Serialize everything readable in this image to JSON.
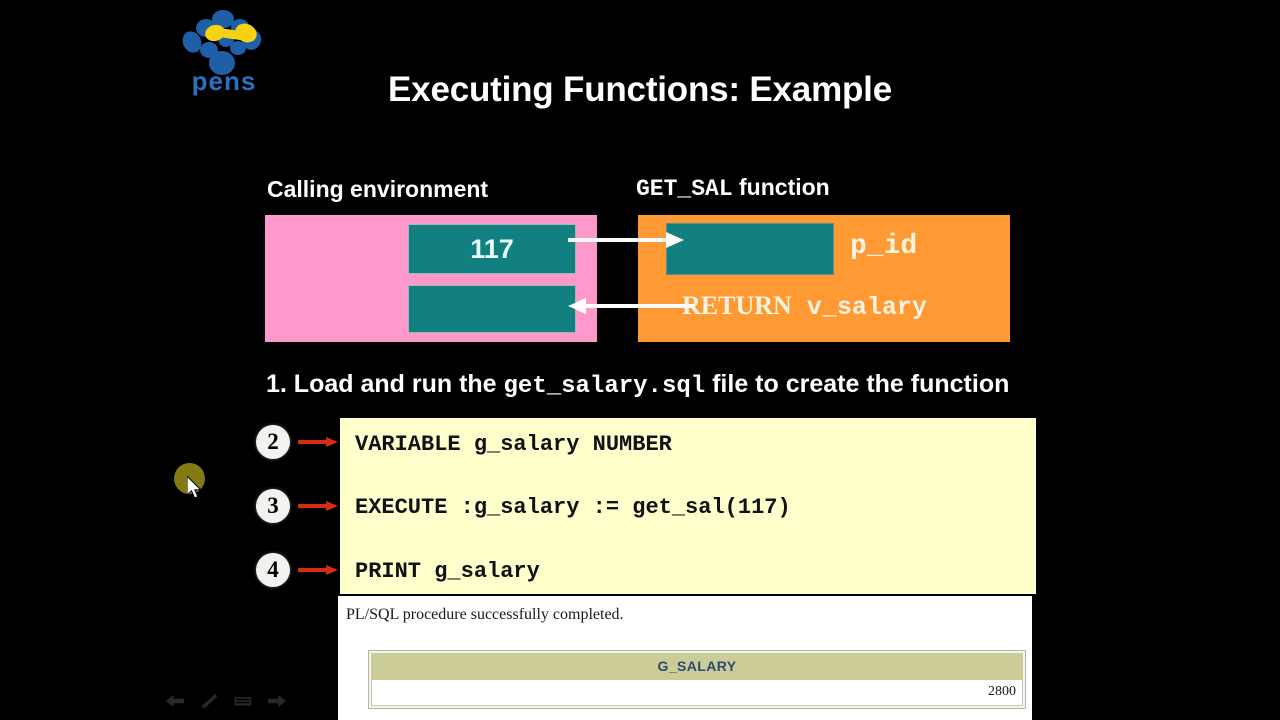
{
  "slide": {
    "title": "Executing Functions: Example",
    "background_color": "#000000",
    "title_color": "#ffffff"
  },
  "logo": {
    "name": "pens-logo",
    "wordmark": "pens",
    "blob_color": "#1f5fa8",
    "accent_color": "#f5d312",
    "wordmark_color": "#2a6fc0"
  },
  "diagram": {
    "calling_environment": {
      "label": "Calling environment",
      "box_color": "#ff99cc",
      "input_slot_value": "117",
      "slot_color": "#127f80",
      "output_slot_value": ""
    },
    "function_box": {
      "label_mono": "GET_SAL",
      "label_rest": " function",
      "box_color": "#ff9933",
      "param_label": "p_id",
      "return_keyword": "RETURN",
      "return_value": "v_salary",
      "text_color": "#fdf3e0"
    },
    "arrows": {
      "to_function": "arrow-right-white",
      "from_function": "arrow-left-white",
      "arrow_color": "#ffffff"
    }
  },
  "steps": {
    "step1": {
      "prefix": "1. Load and run the ",
      "file": "get_salary.sql",
      "suffix": " file to create the function"
    },
    "markers": [
      {
        "number": "2",
        "arrow": "arrow-right-red"
      },
      {
        "number": "3",
        "arrow": "arrow-right-red"
      },
      {
        "number": "4",
        "arrow": "arrow-right-red"
      }
    ],
    "marker_arrow_color": "#d62b16"
  },
  "code_block": {
    "background_color": "#ffffcc",
    "text_color": "#111111",
    "lines": [
      "VARIABLE g_salary NUMBER",
      "EXECUTE :g_salary := get_sal(117)",
      "PRINT g_salary"
    ]
  },
  "output_panel": {
    "background_color": "#ffffff",
    "message": "PL/SQL procedure successfully completed.",
    "table": {
      "header": "G_SALARY",
      "header_bg": "#cccc99",
      "header_color": "#2c4a70",
      "value": "2800"
    }
  },
  "nav_bar": {
    "icons": [
      {
        "name": "previous-slide-icon",
        "glyph": "arrow-left"
      },
      {
        "name": "pen-tool-icon",
        "glyph": "pencil"
      },
      {
        "name": "slide-overview-icon",
        "glyph": "keyboard"
      },
      {
        "name": "next-slide-icon",
        "glyph": "arrow-right"
      }
    ]
  },
  "cursor": {
    "name": "mouse-cursor",
    "highlight_color": "#8a8214"
  }
}
